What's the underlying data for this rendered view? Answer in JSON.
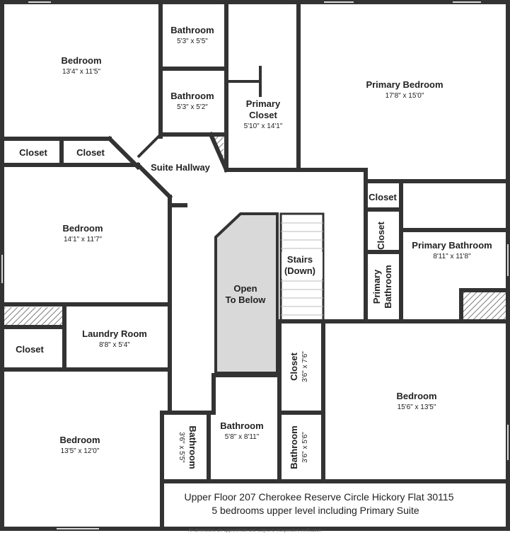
{
  "rooms": {
    "bedroom_nw": {
      "name": "Bedroom",
      "dims": "13'4\" x 11'5\""
    },
    "bath_top": {
      "name": "Bathroom",
      "dims": "5'3\" x 5'5\""
    },
    "bath_mid": {
      "name": "Bathroom",
      "dims": "5'3\" x 5'2\""
    },
    "primary_closet": {
      "name1": "Primary",
      "name2": "Closet",
      "dims": "5'10\" x 14'1\""
    },
    "primary_bedroom": {
      "name": "Primary Bedroom",
      "dims": "17'8\" x 15'0\""
    },
    "closet_w1": {
      "name": "Closet"
    },
    "closet_w2": {
      "name": "Closet"
    },
    "suite_hallway": {
      "name": "Suite Hallway"
    },
    "bedroom_w": {
      "name": "Bedroom",
      "dims": "14'1\" x 11'7\""
    },
    "closet_e1": {
      "name": "Closet"
    },
    "closet_e2": {
      "name": "Closet"
    },
    "primary_bathroom": {
      "name": "Primary Bathroom",
      "dims": "8'11\" x 11'8\""
    },
    "primary_bathroom_small": {
      "name1": "Primary",
      "name2": "Bathroom"
    },
    "open_to_below": {
      "name1": "Open",
      "name2": "To Below"
    },
    "stairs": {
      "name1": "Stairs",
      "name2": "(Down)"
    },
    "laundry": {
      "name": "Laundry Room",
      "dims": "8'8\" x 5'4\""
    },
    "closet_sw": {
      "name": "Closet"
    },
    "closet_c": {
      "name": "Closet",
      "dims": "3'6\" x 7'6\""
    },
    "bedroom_se": {
      "name": "Bedroom",
      "dims": "15'6\" x 13'5\""
    },
    "bedroom_sw": {
      "name": "Bedroom",
      "dims": "13'5\" x 12'0\""
    },
    "bath_v1": {
      "name": "Bathroom",
      "dims": "3'6\" x 5'5\""
    },
    "bath_b": {
      "name": "Bathroom",
      "dims": "5'8\" x 8'11\""
    },
    "bath_v2": {
      "name": "Bathroom",
      "dims": "3'6\" x 5'6\""
    }
  },
  "caption": {
    "line1": "Upper Floor 207 Cherokee Reserve Circle Hickory Flat 30115",
    "line2": "5 bedrooms upper level including Primary Suite"
  },
  "disclaimer": "All dimensions are approximate and subject to independent verification",
  "colors": {
    "wall": "#333333",
    "open_area": "#d9d9d9",
    "background": "#ffffff"
  }
}
